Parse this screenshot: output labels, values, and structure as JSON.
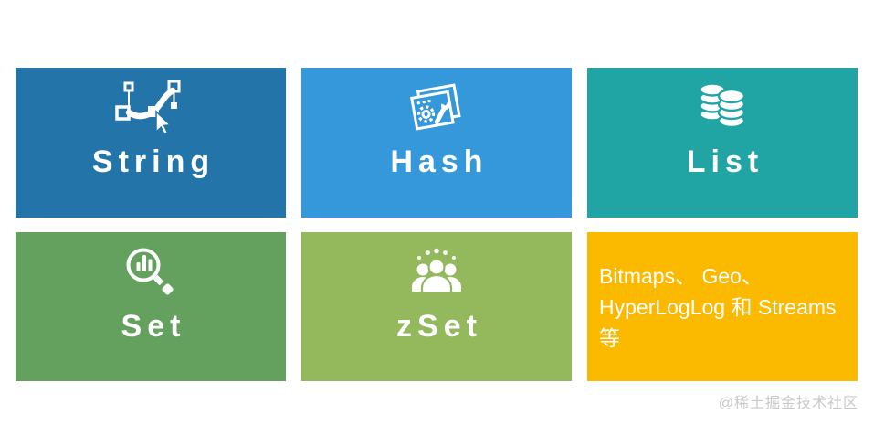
{
  "canvas": {
    "background": "#ffffff"
  },
  "cards": [
    {
      "label": "String",
      "color": "#2374A8",
      "icon": "bezier-curve-cursor-icon"
    },
    {
      "label": "Hash",
      "color": "#3498DA",
      "icon": "window-tools-icon"
    },
    {
      "label": "List",
      "color": "#21A4A4",
      "icon": "coin-stacks-icon"
    },
    {
      "label": "Set",
      "color": "#64A15E",
      "icon": "magnifier-bar-chart-icon"
    },
    {
      "label": "zSet",
      "color": "#94B85C",
      "icon": "people-group-icon"
    },
    {
      "line1": "Bitmaps、 Geo、",
      "line2": "HyperLogLog 和 Streams 等",
      "color": "#FBBA00"
    }
  ],
  "watermark": {
    "text": "@稀土掘金技术社区",
    "color": "#c9c9c9"
  }
}
